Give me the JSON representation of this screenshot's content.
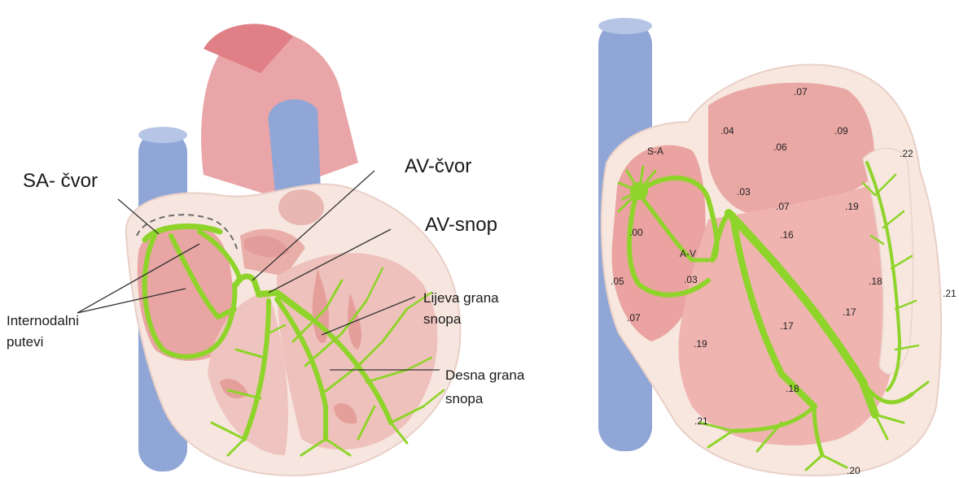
{
  "left_diagram": {
    "labels": {
      "sa_node": "SA- čvor",
      "av_node": "AV-čvor",
      "av_bundle": "AV-snop",
      "left_branch_1": "Lijeva grana",
      "left_branch_2": "snopa",
      "right_branch_1": "Desna grana",
      "right_branch_2": "snopa",
      "internodal_1": "Internodalni",
      "internodal_2": "putevi"
    }
  },
  "right_diagram": {
    "node_labels": {
      "sa": "S-A",
      "av": "A-V"
    },
    "timings": [
      ".07",
      ".04",
      ".06",
      ".09",
      ".22",
      ".03",
      ".07",
      ".19",
      ".16",
      ".00",
      ".05",
      ".03",
      ".07",
      ".18",
      ".21",
      ".17",
      ".17",
      ".19",
      ".18",
      ".21",
      ".20"
    ]
  },
  "colors": {
    "conduction_green": "#8fd42a",
    "muscle_pink": "#eaa7a4",
    "vessel_blue": "#8fa6d6",
    "pericardium": "#f6e6df"
  }
}
